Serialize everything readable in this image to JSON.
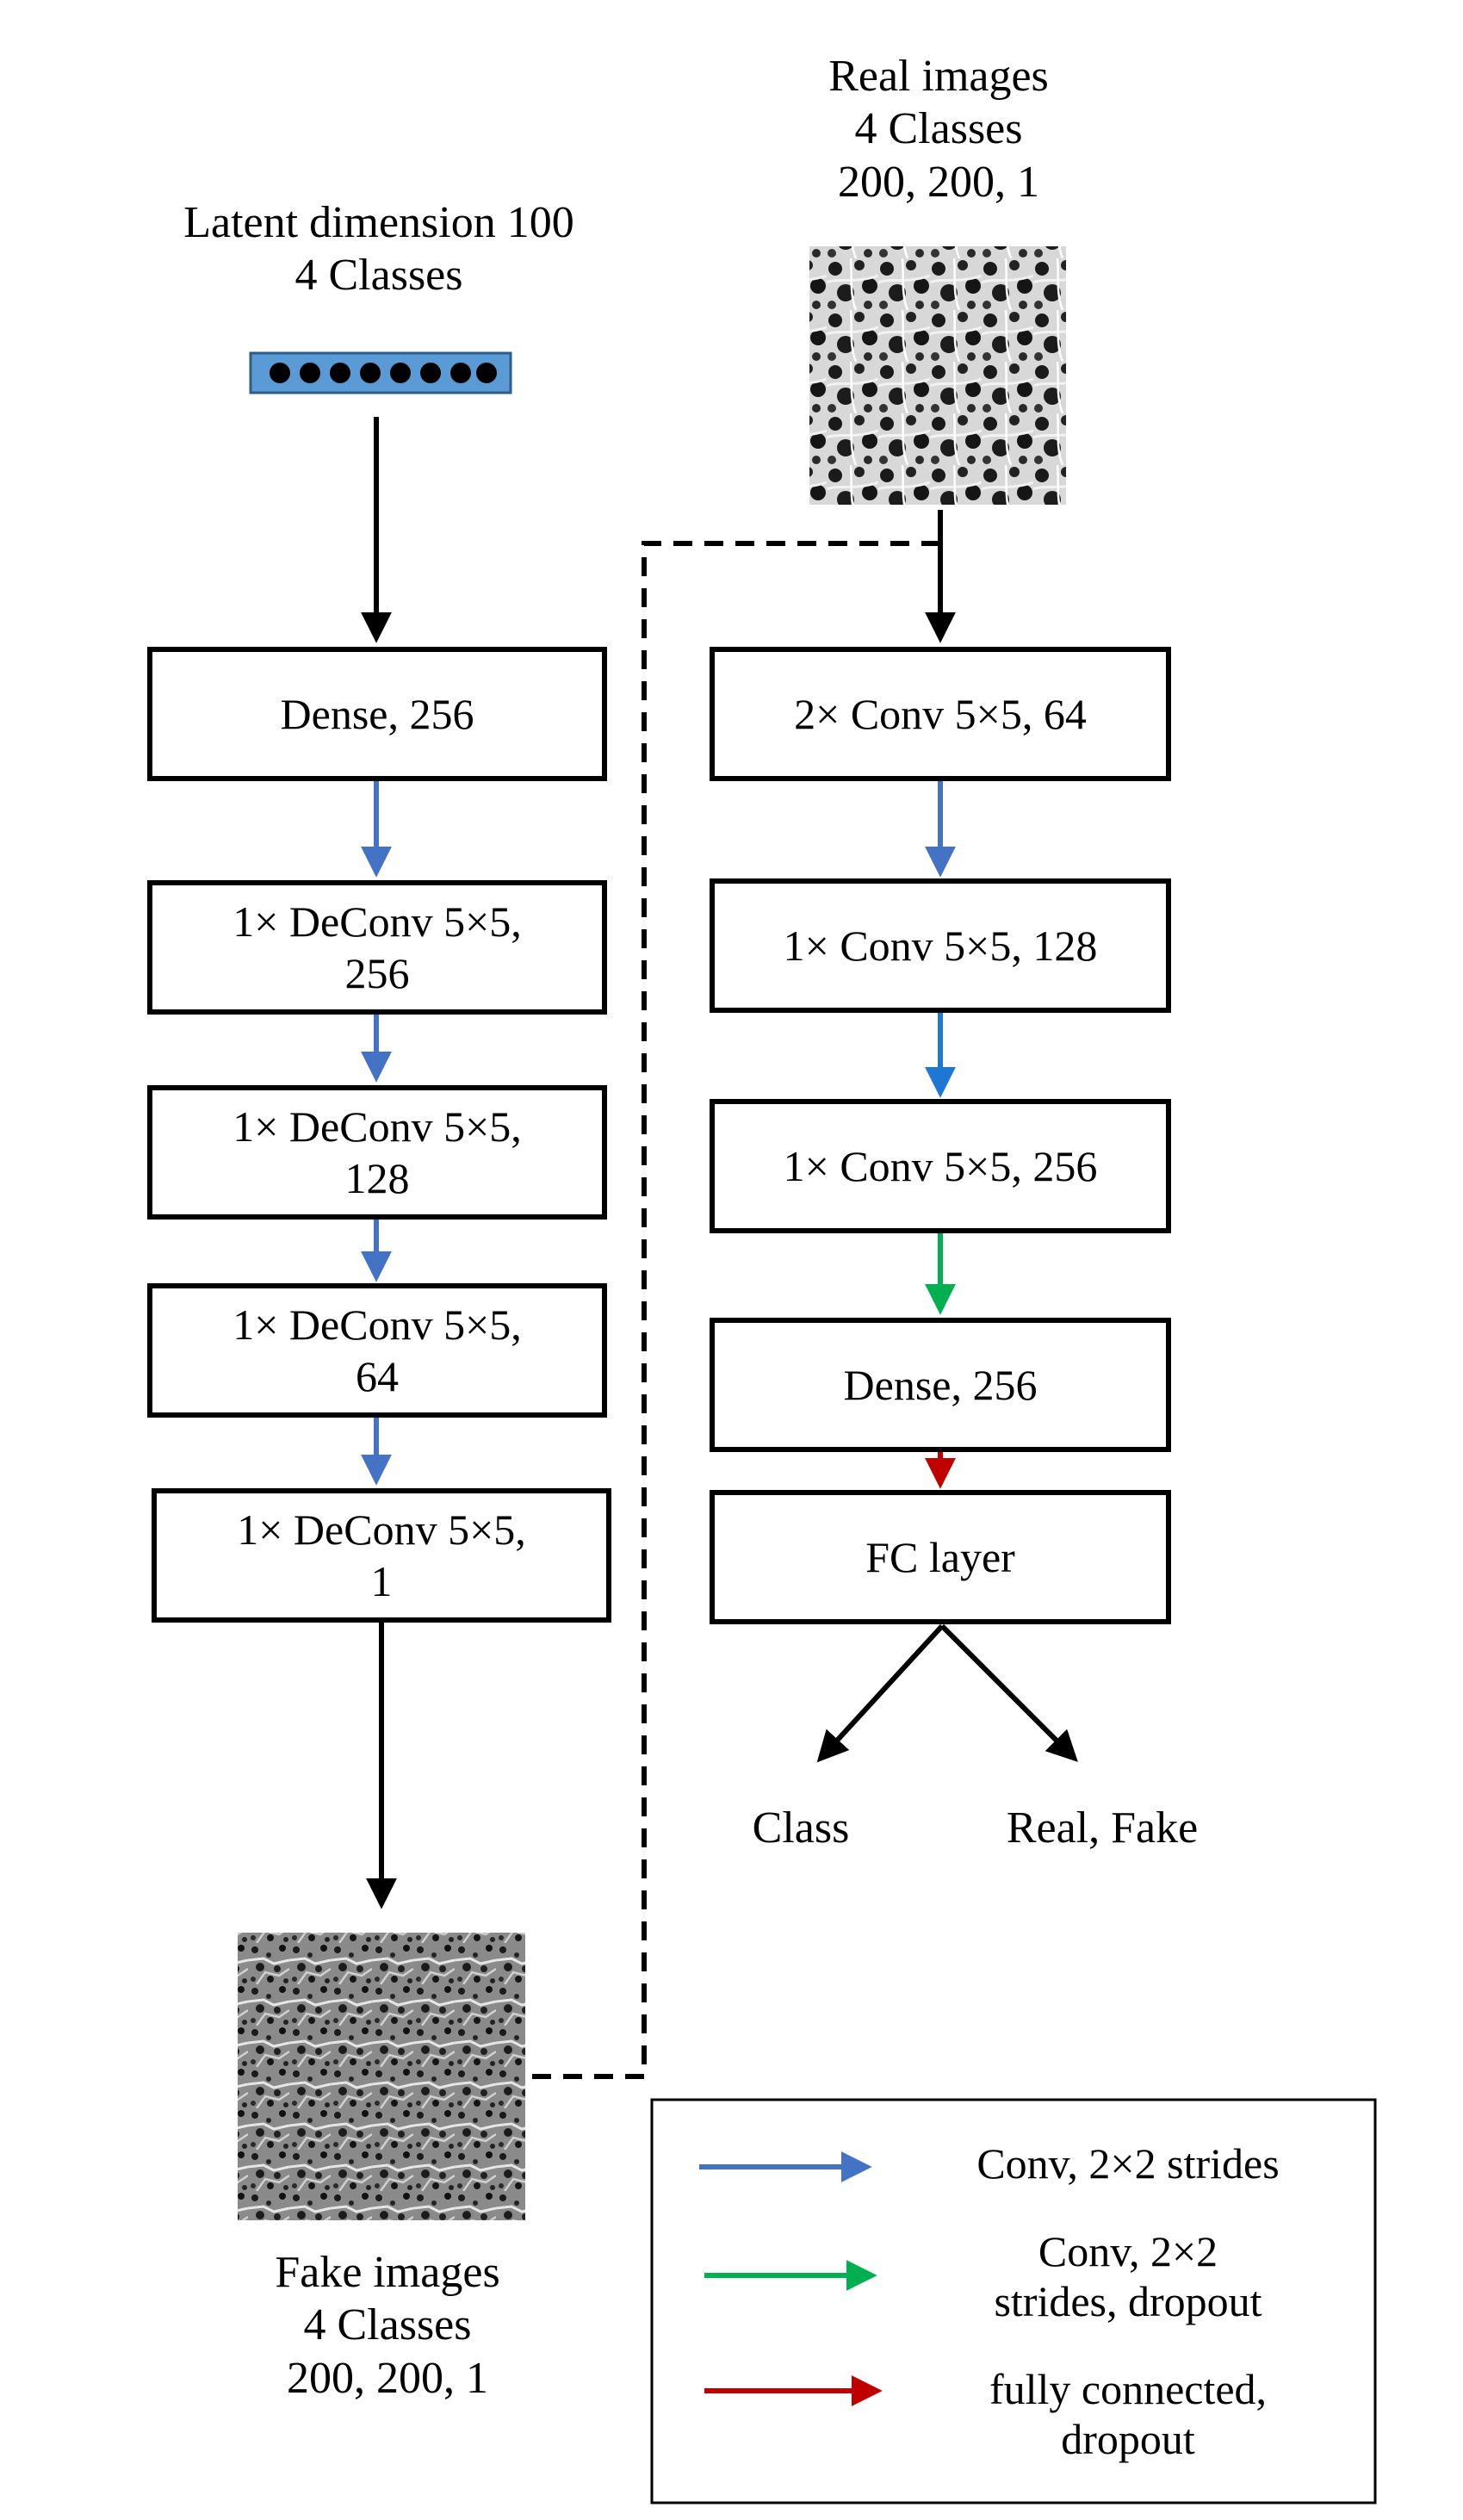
{
  "generator": {
    "input_label": "Latent dimension 100\n4 Classes",
    "layers": [
      "Dense, 256",
      "1× DeConv 5×5,\n256",
      "1× DeConv 5×5,\n128",
      "1× DeConv 5×5,\n64",
      "1× DeConv 5×5,\n1"
    ],
    "output_label": "Fake images\n4 Classes\n200, 200, 1"
  },
  "discriminator": {
    "input_label": "Real images\n4 Classes\n200, 200, 1",
    "layers": [
      "2× Conv 5×5, 64",
      "1× Conv 5×5, 128",
      "1× Conv 5×5, 256",
      "Dense, 256",
      "FC layer"
    ],
    "outputs": [
      "Class",
      "Real, Fake"
    ]
  },
  "legend": {
    "items": [
      {
        "label": "Conv, 2×2 strides",
        "color": "#4472c4"
      },
      {
        "label": "Conv, 2×2\nstrides, dropout",
        "color": "#00b050"
      },
      {
        "label": "fully connected,\ndropout",
        "color": "#c00000"
      }
    ]
  },
  "colors": {
    "latent_fill": "#5b9bd5",
    "latent_border": "#2e5d8a",
    "arrow_black": "#000000",
    "arrow_blue": "#4472c4",
    "arrow_green": "#00b050",
    "arrow_red": "#c00000"
  }
}
